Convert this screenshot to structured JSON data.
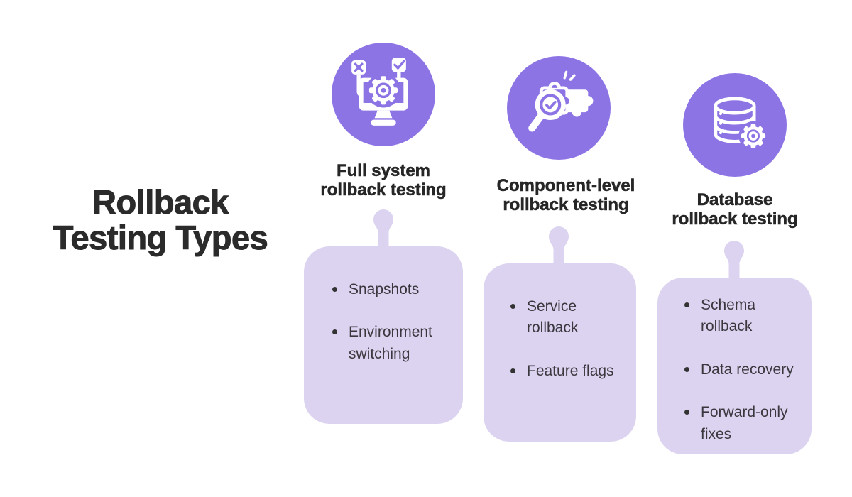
{
  "infographic_title": "Rollback Testing Types",
  "colors": {
    "accent_purple": "#8d74e5",
    "card_lavender": "#dcd3f0",
    "heading_text": "#262626",
    "body_text": "#3a383e",
    "background": "#ffffff",
    "icon_glyphs": "#ffffff"
  },
  "columns": [
    {
      "icon": "monitor-checklist-gear-icon",
      "heading_lines": [
        "Full system",
        "rollback testing"
      ],
      "bullets": [
        "Snapshots",
        "Environment switching"
      ]
    },
    {
      "icon": "magnifier-puzzle-icon",
      "heading_lines": [
        "Component-level",
        "rollback testing"
      ],
      "bullets": [
        "Service rollback",
        "Feature flags"
      ]
    },
    {
      "icon": "database-gear-icon",
      "heading_lines": [
        "Database",
        "rollback testing"
      ],
      "bullets": [
        "Schema rollback",
        "Data recovery",
        "Forward-only fixes"
      ]
    }
  ]
}
